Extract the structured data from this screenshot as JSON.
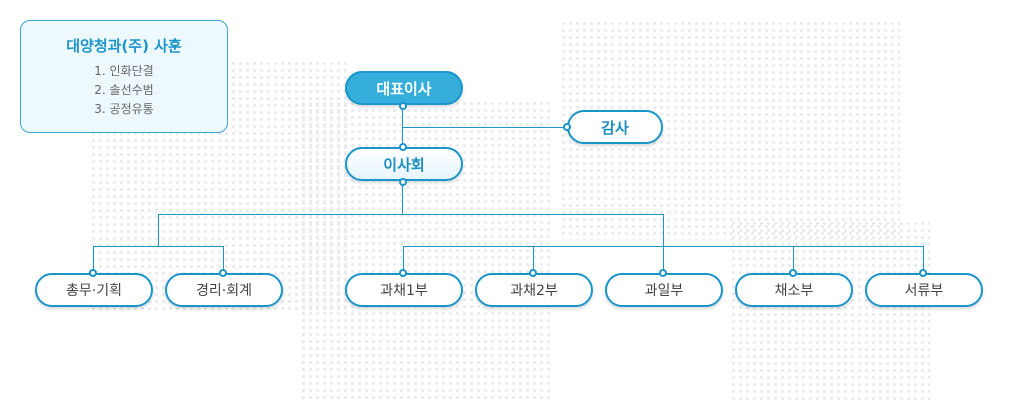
{
  "motto": {
    "title": "대양청과(주) 사훈",
    "items": [
      "1. 인화단결",
      "2. 솔선수범",
      "3. 공정유통"
    ]
  },
  "org": {
    "ceo": "대표이사",
    "auditor": "감사",
    "board": "이사회",
    "departments": [
      "총무·기획",
      "경리·회계",
      "과채1부",
      "과채2부",
      "과일부",
      "채소부",
      "서류부"
    ]
  },
  "colors": {
    "accent": "#1a95c9",
    "ceo_fill": "#36aedb"
  }
}
